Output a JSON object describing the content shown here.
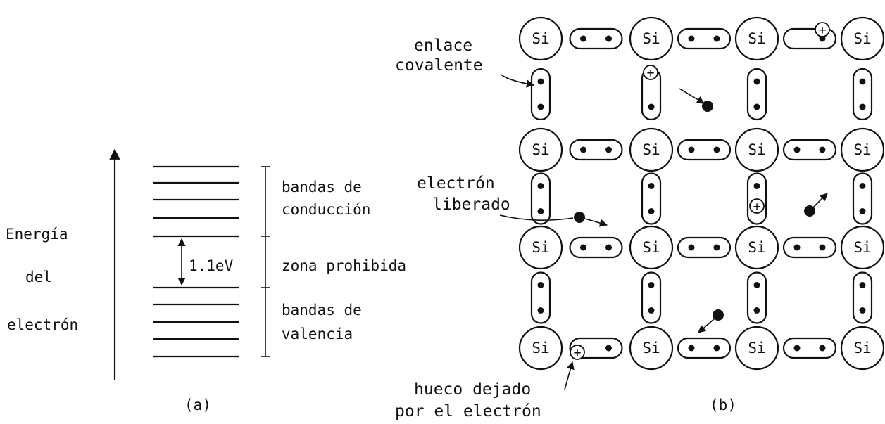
{
  "panel_a": {
    "axis_label": [
      "Energía",
      "del",
      "electrón"
    ],
    "gap_value": "1.1eV",
    "conduction_label": [
      "bandas de",
      "conducción"
    ],
    "forbidden_label": "zona prohibida",
    "valence_label": [
      "bandas de",
      "valencia"
    ],
    "caption": "(a)"
  },
  "panel_b": {
    "atom_symbol": "Si",
    "hole_symbol": "+",
    "covalent_bond_label": [
      "enlace",
      "covalente"
    ],
    "freed_electron_label": [
      "electrón",
      "liberado"
    ],
    "hole_label": [
      "hueco dejado",
      "por el electrón"
    ],
    "caption": "(b)"
  }
}
